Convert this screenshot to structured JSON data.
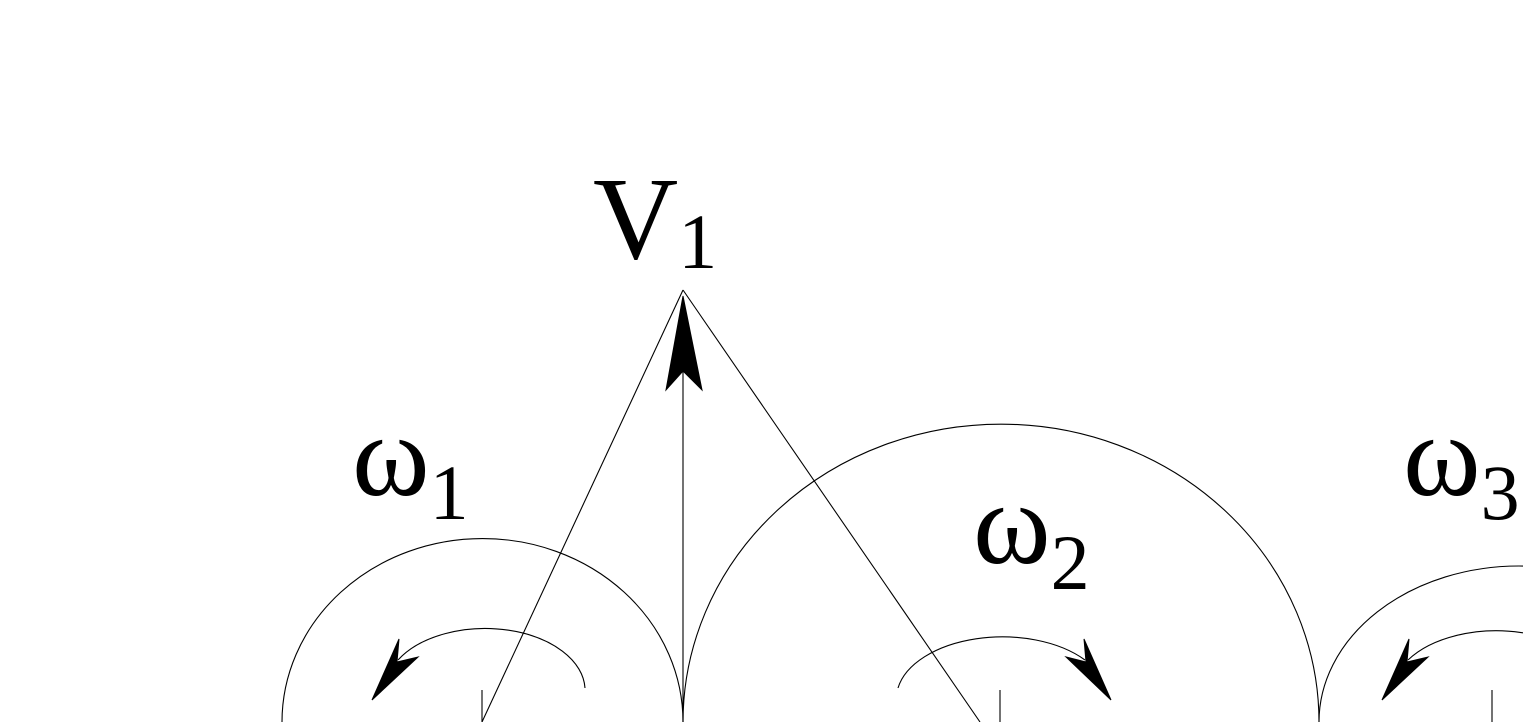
{
  "labels": {
    "v1": {
      "symbol": "V",
      "subscript": "1"
    },
    "omega1": {
      "symbol": "ω",
      "subscript": "1"
    },
    "omega2": {
      "symbol": "ω",
      "subscript": "2"
    },
    "omega3": {
      "symbol": "ω",
      "subscript": "3"
    }
  },
  "colors": {
    "stroke": "#000000",
    "background": "#ffffff"
  }
}
